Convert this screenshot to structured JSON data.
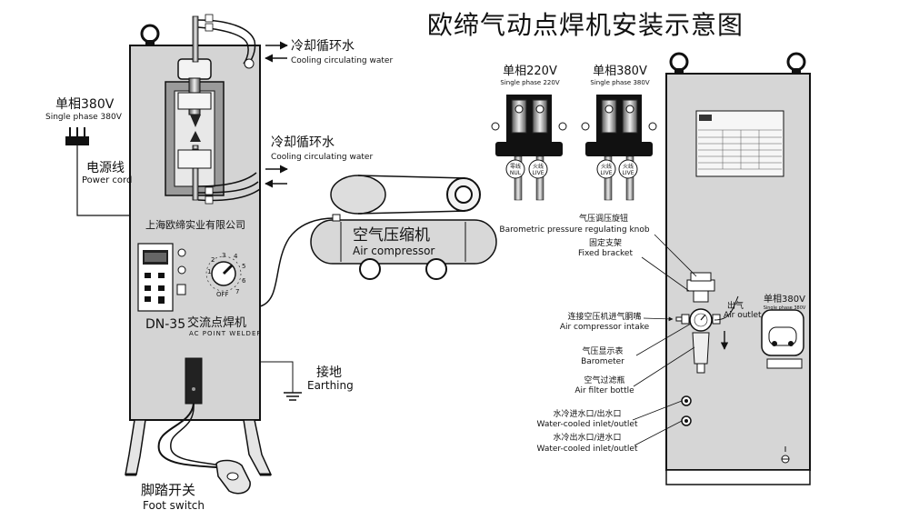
{
  "title": "欧缔气动点焊机安装示意图",
  "left_machine": {
    "company": "上海欧缔实业有限公司",
    "model": "DN-35",
    "model_cn": "交流点焊机",
    "model_en": "AC POINT WELDER",
    "dial_off": "OFF",
    "dial_numbers": [
      "1",
      "2",
      "3",
      "4",
      "5",
      "6",
      "7"
    ]
  },
  "labels": {
    "cooling_top_cn": "冷却循环水",
    "cooling_top_en": "Cooling circulating water",
    "cooling_mid_cn": "冷却循环水",
    "cooling_mid_en": "Cooling circulating water",
    "single_phase_cn": "单相380V",
    "single_phase_en": "Single phase 380V",
    "power_cord_cn": "电源线",
    "power_cord_en": "Power cord",
    "compressor_cn": "空气压缩机",
    "compressor_en": "Air compressor",
    "earthing_cn": "接地",
    "earthing_en": "Earthing",
    "foot_switch_cn": "脚踏开关",
    "foot_switch_en": "Foot switch"
  },
  "breakers": [
    {
      "title_cn": "单相220V",
      "title_en": "Single phase 220V",
      "tags": [
        "零线\nNUL",
        "火线\nLIVE"
      ]
    },
    {
      "title_cn": "单相380V",
      "title_en": "Single phase 380V",
      "tags": [
        "火线\nLIVE",
        "火线\nLIVE"
      ]
    }
  ],
  "right_machine": {
    "single_phase_cn": "单相380V",
    "single_phase_en": "Single phase 380V",
    "callouts": {
      "knob_cn": "气压调压旋钮",
      "knob_en": "Barometric pressure regulating knob",
      "bracket_cn": "固定支架",
      "bracket_en": "Fixed bracket",
      "outlet_cn": "出气",
      "outlet_en": "Air outlet",
      "intake_cn": "连接空压机进气胴嘴",
      "intake_en": "Air compressor intake",
      "barometer_cn": "气压显示表",
      "barometer_en": "Barometer",
      "filter_cn": "空气过滤瓶",
      "filter_en": "Air filter bottle",
      "water1_cn": "水冷进水口/出水口",
      "water1_en": "Water-cooled inlet/outlet",
      "water2_cn": "水冷出水口/进水口",
      "water2_en": "Water-cooled inlet/outlet"
    }
  }
}
